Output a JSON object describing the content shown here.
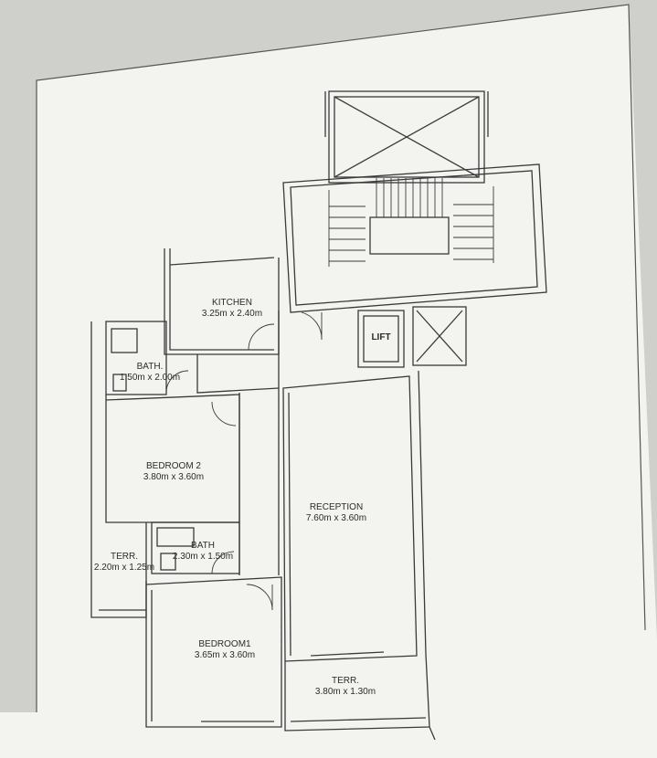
{
  "colors": {
    "paper": "#f2f2ee",
    "ink": "#3a3a3a",
    "background": "#cfcfcb"
  },
  "rooms": {
    "kitchen": {
      "name": "KITCHEN",
      "dims": "3.25m x 2.40m"
    },
    "bath1": {
      "name": "BATH.",
      "dims": "1.50m x 2.00m"
    },
    "bedroom2": {
      "name": "BEDROOM 2",
      "dims": "3.80m x 3.60m"
    },
    "reception": {
      "name": "RECEPTION",
      "dims": "7.60m x 3.60m"
    },
    "terr1": {
      "name": "TERR.",
      "dims": "2.20m x 1.25m"
    },
    "bath2": {
      "name": "BATH",
      "dims": "2.30m x 1.50m"
    },
    "bedroom1": {
      "name": "BEDROOM1",
      "dims": "3.65m x 3.60m"
    },
    "terr2": {
      "name": "TERR.",
      "dims": "3.80m x 1.30m"
    }
  },
  "lift": {
    "label": "LIFT"
  }
}
